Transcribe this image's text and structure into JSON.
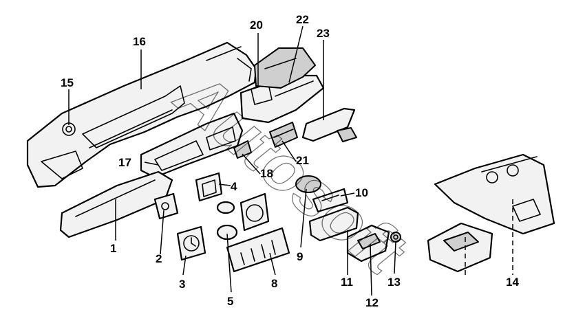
{
  "watermark": "Autosoft",
  "callouts": [
    {
      "id": "c1",
      "label": "1"
    },
    {
      "id": "c2",
      "label": "2"
    },
    {
      "id": "c3",
      "label": "3"
    },
    {
      "id": "c4",
      "label": "4"
    },
    {
      "id": "c5",
      "label": "5"
    },
    {
      "id": "c8",
      "label": "8"
    },
    {
      "id": "c9",
      "label": "9"
    },
    {
      "id": "c10",
      "label": "10"
    },
    {
      "id": "c11",
      "label": "11"
    },
    {
      "id": "c12",
      "label": "12"
    },
    {
      "id": "c13",
      "label": "13"
    },
    {
      "id": "c14",
      "label": "14"
    },
    {
      "id": "c15",
      "label": "15"
    },
    {
      "id": "c16",
      "label": "16"
    },
    {
      "id": "c17",
      "label": "17"
    },
    {
      "id": "c18",
      "label": "18"
    },
    {
      "id": "c20",
      "label": "20"
    },
    {
      "id": "c21",
      "label": "21"
    },
    {
      "id": "c22",
      "label": "22"
    },
    {
      "id": "c23",
      "label": "23"
    }
  ]
}
